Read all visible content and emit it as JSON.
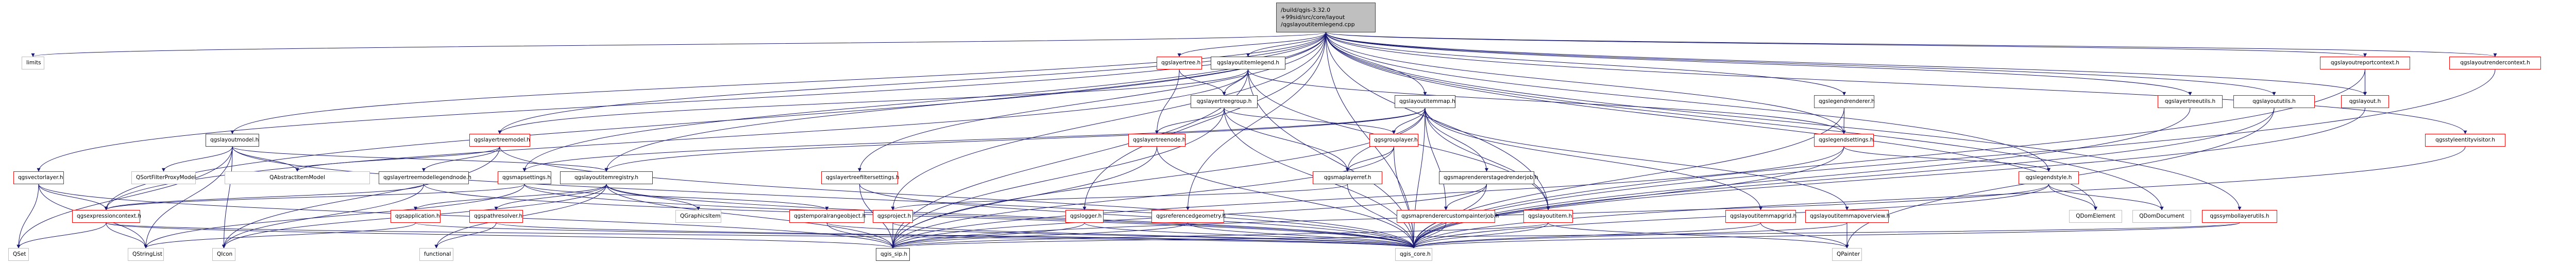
{
  "graph": {
    "title": "/build/qgis-3.32.0\n+99sid/src/core/layout\n/qgslayoutitemlegend.cpp",
    "colors": {
      "edge": "#191970",
      "documented_border": "#404040",
      "truncated_border": "#ff0000",
      "external_border": "#bfbfbf",
      "root_fill": "#bfbfbf"
    },
    "nodes": [
      {
        "id": "root",
        "label": "/build/qgis-3.32.0\n+99sid/src/core/layout\n/qgslayoutitemlegend.cpp",
        "kind": "root"
      },
      {
        "id": "limits",
        "label": "limits",
        "kind": "plain"
      },
      {
        "id": "layoutitemlegend_h",
        "label": "qgslayoutitemlegend.h",
        "kind": "doc"
      },
      {
        "id": "layertree_h",
        "label": "qgslayertree.h",
        "kind": "red"
      },
      {
        "id": "layertreegroup_h",
        "label": "qgslayertreegroup.h",
        "kind": "doc"
      },
      {
        "id": "layoutitemmap_h",
        "label": "qgslayoutitemmap.h",
        "kind": "doc"
      },
      {
        "id": "legendrenderer_h",
        "label": "qgslegendrenderer.h",
        "kind": "red"
      },
      {
        "id": "legendsettings_h",
        "label": "qgslegendsettings.h",
        "kind": "red"
      },
      {
        "id": "layoutmodel_h",
        "label": "qgslayoutmodel.h",
        "kind": "doc"
      },
      {
        "id": "layertreemodel_h",
        "label": "qgslayertreemodel.h",
        "kind": "red"
      },
      {
        "id": "layertreenode_h",
        "label": "qgslayertreenode.h",
        "kind": "red"
      },
      {
        "id": "grouplayer_h",
        "label": "qgsgrouplayer.h",
        "kind": "red"
      },
      {
        "id": "vectorlayer_h",
        "label": "qgsvectorlayer.h",
        "kind": "red"
      },
      {
        "id": "sortfilter",
        "label": "QSortFilterProxyModel",
        "kind": "plain"
      },
      {
        "id": "abstractitemmodel",
        "label": "QAbstractItemModel",
        "kind": "plain"
      },
      {
        "id": "ltmlegendnode_h",
        "label": "qgslayertreemodellegendnode.h",
        "kind": "red"
      },
      {
        "id": "mapsettings_h",
        "label": "qgsmapsettings.h",
        "kind": "red"
      },
      {
        "id": "layoutitemregistry_h",
        "label": "qgslayoutitemregistry.h",
        "kind": "doc"
      },
      {
        "id": "layertreefilter_h",
        "label": "qgslayertreefiltersettings.h",
        "kind": "red"
      },
      {
        "id": "maplayerref_h",
        "label": "qgsmaplayerref.h",
        "kind": "red"
      },
      {
        "id": "stagedrenderjob_h",
        "label": "qgsmaprendererstagedrenderjob.h",
        "kind": "doc"
      },
      {
        "id": "legendstyle_h",
        "label": "qgslegendstyle.h",
        "kind": "red"
      },
      {
        "id": "layertreeutils_h",
        "label": "qgslayertreeutils.h",
        "kind": "red"
      },
      {
        "id": "layoututils_h",
        "label": "qgslayoututils.h",
        "kind": "red"
      },
      {
        "id": "layoutreportcontext_h",
        "label": "qgslayoutreportcontext.h",
        "kind": "red"
      },
      {
        "id": "layout_h",
        "label": "qgslayout.h",
        "kind": "red"
      },
      {
        "id": "layoutrendercontext_h",
        "label": "qgslayoutrendercontext.h",
        "kind": "red"
      },
      {
        "id": "styleentityvisitor_h",
        "label": "qgsstyleentityvisitor.h",
        "kind": "red"
      },
      {
        "id": "expressioncontext_h",
        "label": "qgsexpressioncontext.h",
        "kind": "red"
      },
      {
        "id": "application_h",
        "label": "qgsapplication.h",
        "kind": "red"
      },
      {
        "id": "pathresolver_h",
        "label": "qgspathresolver.h",
        "kind": "red"
      },
      {
        "id": "qgraphicsitem",
        "label": "QGraphicsItem",
        "kind": "plain"
      },
      {
        "id": "temporalrange_h",
        "label": "qgstemporalrangeobject.h",
        "kind": "red"
      },
      {
        "id": "project_h",
        "label": "qgsproject.h",
        "kind": "red"
      },
      {
        "id": "logger_h",
        "label": "qgslogger.h",
        "kind": "red"
      },
      {
        "id": "refgeometry_h",
        "label": "qgsreferencedgeometry.h",
        "kind": "red"
      },
      {
        "id": "custompainterjob_h",
        "label": "qgsmaprenderercustompainterjob.h",
        "kind": "red"
      },
      {
        "id": "layoutitem_h",
        "label": "qgslayoutitem.h",
        "kind": "red"
      },
      {
        "id": "mapgrid_h",
        "label": "qgslayoutitemmapgrid.h",
        "kind": "red"
      },
      {
        "id": "mapoverview_h",
        "label": "qgslayoutitemmapoverview.h",
        "kind": "red"
      },
      {
        "id": "qdomelement",
        "label": "QDomElement",
        "kind": "plain"
      },
      {
        "id": "qdomdocument",
        "label": "QDomDocument",
        "kind": "plain"
      },
      {
        "id": "symbollayerutils_h",
        "label": "qgssymbollayerutils.h",
        "kind": "red"
      },
      {
        "id": "qset",
        "label": "QSet",
        "kind": "plain"
      },
      {
        "id": "qstringlist",
        "label": "QStringList",
        "kind": "plain"
      },
      {
        "id": "qicon",
        "label": "QIcon",
        "kind": "plain"
      },
      {
        "id": "functional",
        "label": "functional",
        "kind": "plain"
      },
      {
        "id": "qgis_sip_h",
        "label": "qgis_sip.h",
        "kind": "doc"
      },
      {
        "id": "qgis_core_h",
        "label": "qgis_core.h",
        "kind": "plain"
      },
      {
        "id": "qpainter",
        "label": "QPainter",
        "kind": "plain"
      }
    ],
    "edges": [
      [
        "root",
        "limits"
      ],
      [
        "root",
        "layoutitemlegend_h"
      ],
      [
        "root",
        "layertree_h"
      ],
      [
        "root",
        "layoutitemmap_h"
      ],
      [
        "root",
        "legendrenderer_h"
      ],
      [
        "root",
        "legendsettings_h"
      ],
      [
        "root",
        "layoutmodel_h"
      ],
      [
        "root",
        "layertreemodel_h"
      ],
      [
        "root",
        "vectorlayer_h"
      ],
      [
        "root",
        "expressioncontext_h"
      ],
      [
        "root",
        "mapsettings_h"
      ],
      [
        "root",
        "layoutitemregistry_h"
      ],
      [
        "root",
        "layertreefilter_h"
      ],
      [
        "root",
        "logger_h"
      ],
      [
        "root",
        "refgeometry_h"
      ],
      [
        "root",
        "legendstyle_h"
      ],
      [
        "root",
        "layertreeutils_h"
      ],
      [
        "root",
        "layoututils_h"
      ],
      [
        "root",
        "layoutreportcontext_h"
      ],
      [
        "root",
        "layout_h"
      ],
      [
        "root",
        "layoutrendercontext_h"
      ],
      [
        "root",
        "styleentityvisitor_h"
      ],
      [
        "root",
        "qdomelement"
      ],
      [
        "root",
        "qdomdocument"
      ],
      [
        "root",
        "symbollayerutils_h"
      ],
      [
        "root",
        "project_h"
      ],
      [
        "root",
        "layoutitem_h"
      ],
      [
        "root",
        "qgis_core_h"
      ],
      [
        "layoutitemlegend_h",
        "layertreegroup_h"
      ],
      [
        "layoutitemlegend_h",
        "layertreemodel_h"
      ],
      [
        "layoutitemlegend_h",
        "legendsettings_h"
      ],
      [
        "layoutitemlegend_h",
        "layoutitem_h"
      ],
      [
        "layoutitemlegend_h",
        "qgis_core_h"
      ],
      [
        "layoutitemlegend_h",
        "qgis_sip_h"
      ],
      [
        "layoutitemlegend_h",
        "expressioncontext_h"
      ],
      [
        "layertree_h",
        "layertreegroup_h"
      ],
      [
        "layertree_h",
        "layertreenode_h"
      ],
      [
        "layertreegroup_h",
        "layertreenode_h"
      ],
      [
        "layertreegroup_h",
        "grouplayer_h"
      ],
      [
        "layertreegroup_h",
        "maplayerref_h"
      ],
      [
        "layertreegroup_h",
        "qgis_core_h"
      ],
      [
        "layertreegroup_h",
        "qgis_sip_h"
      ],
      [
        "layoutitemmap_h",
        "grouplayer_h"
      ],
      [
        "layoutitemmap_h",
        "maplayerref_h"
      ],
      [
        "layoutitemmap_h",
        "stagedrenderjob_h"
      ],
      [
        "layoutitemmap_h",
        "custompainterjob_h"
      ],
      [
        "layoutitemmap_h",
        "layoutitem_h"
      ],
      [
        "layoutitemmap_h",
        "mapgrid_h"
      ],
      [
        "layoutitemmap_h",
        "mapoverview_h"
      ],
      [
        "layoutitemmap_h",
        "layoutitemregistry_h"
      ],
      [
        "layoutitemmap_h",
        "qgis_core_h"
      ],
      [
        "layoutitemmap_h",
        "qgis_sip_h"
      ],
      [
        "layoutitemmap_h",
        "mapsettings_h"
      ],
      [
        "legendrenderer_h",
        "legendsettings_h"
      ],
      [
        "legendrenderer_h",
        "qgis_core_h"
      ],
      [
        "legendsettings_h",
        "legendstyle_h"
      ],
      [
        "legendsettings_h",
        "qgis_core_h"
      ],
      [
        "legendsettings_h",
        "qgis_sip_h"
      ],
      [
        "layoutmodel_h",
        "sortfilter"
      ],
      [
        "layoutmodel_h",
        "abstractitemmodel"
      ],
      [
        "layoutmodel_h",
        "layoutitemregistry_h"
      ],
      [
        "layoutmodel_h",
        "qset"
      ],
      [
        "layoutmodel_h",
        "qstringlist"
      ],
      [
        "layoutmodel_h",
        "qicon"
      ],
      [
        "layoutmodel_h",
        "qgis_core_h"
      ],
      [
        "layertreemodel_h",
        "abstractitemmodel"
      ],
      [
        "layertreemodel_h",
        "ltmlegendnode_h"
      ],
      [
        "layertreemodel_h",
        "qicon"
      ],
      [
        "layertreemodel_h",
        "qgis_core_h"
      ],
      [
        "layertreenode_h",
        "qgis_core_h"
      ],
      [
        "layertreenode_h",
        "qgis_sip_h"
      ],
      [
        "grouplayer_h",
        "maplayerref_h"
      ],
      [
        "grouplayer_h",
        "qgis_core_h"
      ],
      [
        "grouplayer_h",
        "qgis_sip_h"
      ],
      [
        "vectorlayer_h",
        "expressioncontext_h"
      ],
      [
        "vectorlayer_h",
        "qset"
      ],
      [
        "vectorlayer_h",
        "qstringlist"
      ],
      [
        "vectorlayer_h",
        "qgis_sip_h"
      ],
      [
        "ltmlegendnode_h",
        "qgis_core_h"
      ],
      [
        "ltmlegendnode_h",
        "qicon"
      ],
      [
        "ltmlegendnode_h",
        "expressioncontext_h"
      ],
      [
        "mapsettings_h",
        "expressioncontext_h"
      ],
      [
        "mapsettings_h",
        "qgis_core_h"
      ],
      [
        "mapsettings_h",
        "qstringlist"
      ],
      [
        "mapsettings_h",
        "temporalrange_h"
      ],
      [
        "layoutitemregistry_h",
        "qgraphicsitem"
      ],
      [
        "layoutitemregistry_h",
        "pathresolver_h"
      ],
      [
        "layoutitemregistry_h",
        "application_h"
      ],
      [
        "layoutitemregistry_h",
        "qicon"
      ],
      [
        "layoutitemregistry_h",
        "qgis_core_h"
      ],
      [
        "layoutitemregistry_h",
        "qgis_sip_h"
      ],
      [
        "layoutitemregistry_h",
        "functional"
      ],
      [
        "layertreefilter_h",
        "qgis_core_h"
      ],
      [
        "layertreefilter_h",
        "qgis_sip_h"
      ],
      [
        "maplayerref_h",
        "project_h"
      ],
      [
        "maplayerref_h",
        "qgis_core_h"
      ],
      [
        "stagedrenderjob_h",
        "custompainterjob_h"
      ],
      [
        "stagedrenderjob_h",
        "qgis_core_h"
      ],
      [
        "stagedrenderjob_h",
        "qgis_sip_h"
      ],
      [
        "legendstyle_h",
        "qdomelement"
      ],
      [
        "legendstyle_h",
        "qdomdocument"
      ],
      [
        "legendstyle_h",
        "qgis_core_h"
      ],
      [
        "legendstyle_h",
        "qgis_sip_h"
      ],
      [
        "layertreeutils_h",
        "qgis_core_h"
      ],
      [
        "layoututils_h",
        "qgis_core_h"
      ],
      [
        "layoututils_h",
        "qpainter"
      ],
      [
        "layoutreportcontext_h",
        "layout_h"
      ],
      [
        "layoutreportcontext_h",
        "qgis_core_h"
      ],
      [
        "layout_h",
        "qgis_core_h"
      ],
      [
        "layoutrendercontext_h",
        "qgis_core_h"
      ],
      [
        "styleentityvisitor_h",
        "qgis_core_h"
      ],
      [
        "expressioncontext_h",
        "qset"
      ],
      [
        "expressioncontext_h",
        "qstringlist"
      ],
      [
        "expressioncontext_h",
        "qgis_core_h"
      ],
      [
        "expressioncontext_h",
        "qgis_sip_h"
      ],
      [
        "application_h",
        "qstringlist"
      ],
      [
        "application_h",
        "qgis_core_h"
      ],
      [
        "pathresolver_h",
        "functional"
      ],
      [
        "pathresolver_h",
        "qgis_core_h"
      ],
      [
        "temporalrange_h",
        "qgis_sip_h"
      ],
      [
        "temporalrange_h",
        "qgis_core_h"
      ],
      [
        "project_h",
        "qgis_sip_h"
      ],
      [
        "project_h",
        "qgis_core_h"
      ],
      [
        "logger_h",
        "qgis_core_h"
      ],
      [
        "logger_h",
        "qgis_sip_h"
      ],
      [
        "refgeometry_h",
        "qgis_core_h"
      ],
      [
        "refgeometry_h",
        "qgis_sip_h"
      ],
      [
        "custompainterjob_h",
        "qgis_core_h"
      ],
      [
        "layoutitem_h",
        "qgis_core_h"
      ],
      [
        "layoutitem_h",
        "qgis_sip_h"
      ],
      [
        "layoutitem_h",
        "qpainter"
      ],
      [
        "mapgrid_h",
        "qgis_core_h"
      ],
      [
        "mapgrid_h",
        "qpainter"
      ],
      [
        "mapoverview_h",
        "qgis_core_h"
      ],
      [
        "mapoverview_h",
        "qpainter"
      ],
      [
        "symbollayerutils_h",
        "qgis_core_h"
      ],
      [
        "symbollayerutils_h",
        "qgis_sip_h"
      ]
    ]
  }
}
